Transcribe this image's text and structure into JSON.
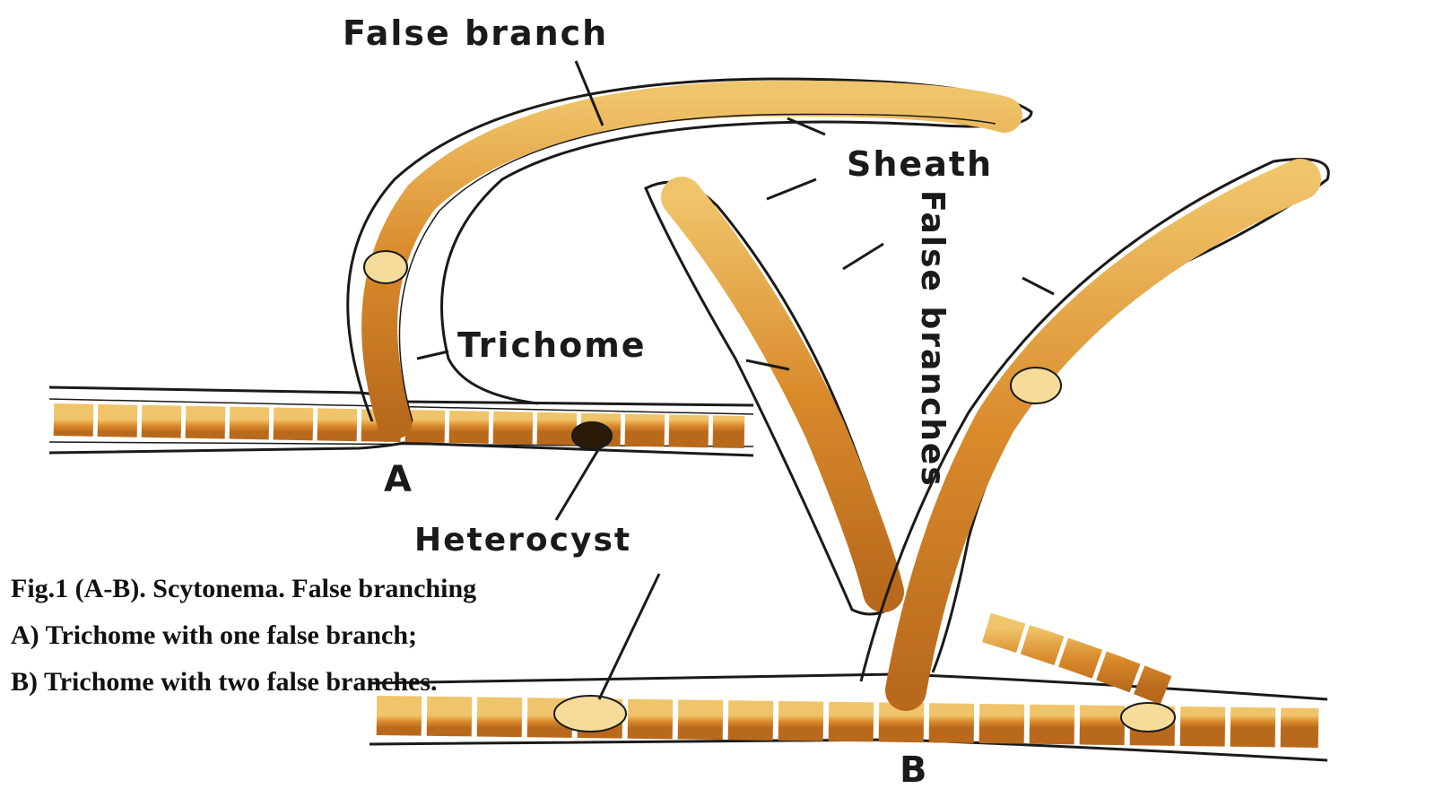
{
  "labels": {
    "false_branch": "False branch",
    "sheath": "Sheath",
    "false_branches": "False branches",
    "trichome": "Trichome",
    "heterocyst": "Heterocyst",
    "panel_a": "A",
    "panel_b": "B"
  },
  "caption": {
    "line1": "Fig.1 (A-B). Scytonema. False branching",
    "line2": "A) Trichome with one false branch;",
    "line3": "B) Trichome with two false branches."
  },
  "colors": {
    "cell": "#d98a2b",
    "cell_light": "#f0c46a",
    "heterocyst": "#f5dc9a",
    "outline": "#1a1a1a",
    "background": "#ffffff"
  }
}
